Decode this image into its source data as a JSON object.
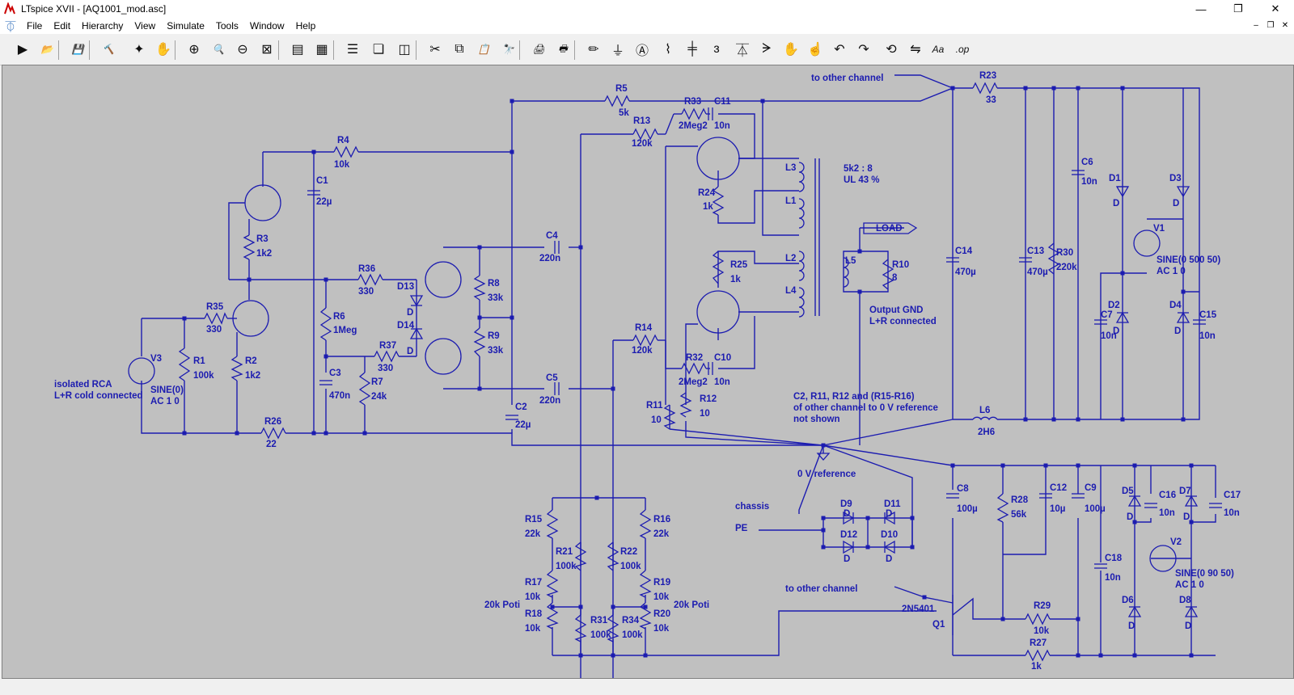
{
  "window": {
    "title": "LTspice XVII - [AQ1001_mod.asc]",
    "controls": {
      "minimize": "—",
      "maximize": "❐",
      "close": "✕"
    }
  },
  "menu": [
    "File",
    "Edit",
    "Hierarchy",
    "View",
    "Simulate",
    "Tools",
    "Window",
    "Help"
  ],
  "mdi_controls": {
    "minimize": "–",
    "restore": "❐",
    "close": "✕"
  },
  "toolbar": [
    {
      "name": "run-icon",
      "glyph": "▶"
    },
    {
      "name": "open-icon",
      "glyph": "📂"
    },
    {
      "name": "save-icon",
      "glyph": "💾"
    },
    {
      "name": "control-panel-icon",
      "glyph": "🔨"
    },
    {
      "name": "probe-icon",
      "glyph": "✦"
    },
    {
      "name": "pan-icon",
      "glyph": "✋"
    },
    {
      "name": "zoom-in-icon",
      "glyph": "⊕"
    },
    {
      "name": "zoom-area-icon",
      "glyph": "🔍"
    },
    {
      "name": "zoom-out-icon",
      "glyph": "⊖"
    },
    {
      "name": "zoom-fit-icon",
      "glyph": "⊠"
    },
    {
      "name": "autorange-icon",
      "glyph": "▤"
    },
    {
      "name": "grid-icon",
      "glyph": "▦"
    },
    {
      "name": "tile-horizontal-icon",
      "glyph": "☰"
    },
    {
      "name": "cascade-icon",
      "glyph": "❏"
    },
    {
      "name": "tile-vertical-icon",
      "glyph": "◫"
    },
    {
      "name": "cut-icon",
      "glyph": "✂"
    },
    {
      "name": "copy-icon",
      "glyph": "⧉"
    },
    {
      "name": "paste-icon",
      "glyph": "📋"
    },
    {
      "name": "find-icon",
      "glyph": "🔭"
    },
    {
      "name": "print-icon",
      "glyph": "🖨"
    },
    {
      "name": "print-setup-icon",
      "glyph": "🖶"
    },
    {
      "name": "wire-icon",
      "glyph": "✏"
    },
    {
      "name": "ground-icon",
      "glyph": "⏚"
    },
    {
      "name": "label-net-icon",
      "glyph": "Ⓐ"
    },
    {
      "name": "resistor-icon",
      "glyph": "⌇"
    },
    {
      "name": "capacitor-icon",
      "glyph": "╪"
    },
    {
      "name": "inductor-icon",
      "glyph": "ɜ"
    },
    {
      "name": "diode-icon",
      "glyph": "⏄"
    },
    {
      "name": "component-icon",
      "glyph": "ᗒ"
    },
    {
      "name": "move-icon",
      "glyph": "✋"
    },
    {
      "name": "drag-icon",
      "glyph": "☝"
    },
    {
      "name": "undo-icon",
      "glyph": "↶"
    },
    {
      "name": "redo-icon",
      "glyph": "↷"
    },
    {
      "name": "rotate-icon",
      "glyph": "⟲"
    },
    {
      "name": "mirror-icon",
      "glyph": "⇋"
    },
    {
      "name": "text-icon",
      "glyph": "Aa"
    },
    {
      "name": "spice-directive-icon",
      "glyph": ".op"
    }
  ],
  "schematic": {
    "labels": [
      "R5",
      "5k",
      "R23",
      "33",
      "R33",
      "2Meg2",
      "C11",
      "10n",
      "R13",
      "120k",
      "R4",
      "10k",
      "C1",
      "22µ",
      "R3",
      "1k2",
      "R36",
      "330",
      "R35",
      "330",
      "V3",
      "R1",
      "100k",
      "R2",
      "1k2",
      "isolated RCA",
      "L+R cold connected",
      "SINE(0)",
      "AC 1 0",
      "R26",
      "22",
      "R6",
      "1Meg",
      "C3",
      "470n",
      "R37",
      "330",
      "R7",
      "24k",
      "D13",
      "D",
      "D14",
      "D",
      "R8",
      "33k",
      "R9",
      "33k",
      "C4",
      "220n",
      "C5",
      "220n",
      "C2",
      "22µ",
      "L3",
      "L1",
      "L2",
      "L4",
      "5k2 : 8",
      "UL 43 %",
      "R24",
      "1k",
      "R25",
      "1k",
      "LOAD",
      "L5",
      "R10",
      "8",
      "Output GND",
      "L+R connected",
      "R14",
      "120k",
      "R32",
      "2Meg2",
      "C10",
      "10n",
      "R11",
      "10",
      "R12",
      "10",
      "C2, R11, R12 and (R15-R16)",
      "of other channel to 0 V reference",
      "not shown",
      "to other channel",
      "C14",
      "470µ",
      "C13",
      "470µ",
      "R30",
      "220k",
      "C6",
      "10n",
      "D1",
      "D",
      "D3",
      "D",
      "V1",
      "SINE(0 500 50)",
      "AC 1 0",
      "D2",
      "D",
      "C7",
      "10n",
      "D4",
      "D",
      "C15",
      "10n",
      "L6",
      "2H6",
      "0 V reference",
      "chassis",
      "PE",
      "D9",
      "D",
      "D11",
      "D",
      "D12",
      "D",
      "D10",
      "D",
      "R15",
      "22k",
      "R16",
      "22k",
      "R21",
      "100k",
      "R22",
      "100k",
      "R17",
      "10k",
      "R19",
      "10k",
      "20k Poti",
      "20k Poti",
      "R18",
      "10k",
      "R20",
      "10k",
      "R31",
      "100k",
      "R34",
      "100k",
      "C8",
      "100µ",
      "R28",
      "56k",
      "C12",
      "10µ",
      "C9",
      "100µ",
      "C18",
      "10n",
      "D5",
      "D",
      "C16",
      "10n",
      "D7",
      "D",
      "C17",
      "10n",
      "V2",
      "SINE(0 90 50)",
      "AC 1 0",
      "D6",
      "D",
      "D8",
      "D",
      "to other channel",
      "2N5401",
      "Q1",
      "R29",
      "10k",
      "R27",
      "1k"
    ]
  }
}
